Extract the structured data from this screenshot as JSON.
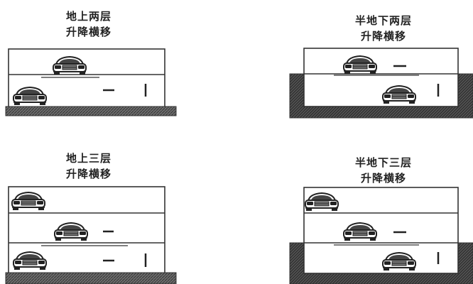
{
  "panels": [
    {
      "title_line1": "地上两层",
      "title_line2": "升降横移"
    },
    {
      "title_line1": "半地下两层",
      "title_line2": "升降横移"
    },
    {
      "title_line1": "地上三层",
      "title_line2": "升降横移"
    },
    {
      "title_line1": "半地下三层",
      "title_line2": "升降横移"
    }
  ]
}
